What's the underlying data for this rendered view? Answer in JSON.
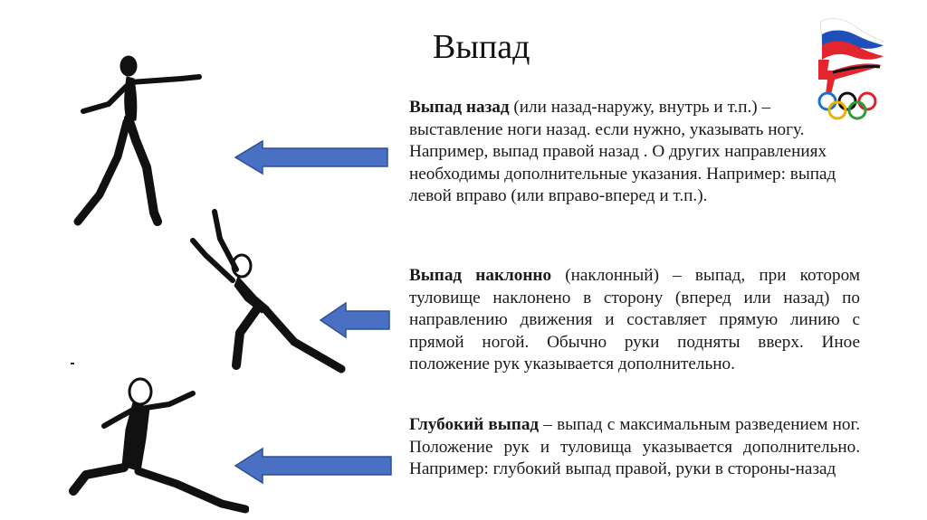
{
  "title": "Выпад",
  "paragraphs": [
    {
      "term": "Выпад назад",
      "text": " (или назад-наружу, внутрь и т.п.) – выставление ноги назад. если нужно, указывать ногу. Например, выпад правой назад . О других направлениях необходимы дополнительные указания. Например: выпад левой вправо (или вправо-вперед и т.п.)."
    },
    {
      "term": "Выпад наклонно",
      "text": " (наклонный) – выпад, при котором туловище наклонено в сторону (вперед или назад) по направлению движения и составляет прямую линию с прямой ногой. Обычно руки подняты вверх. Иное положение рук указывается дополнительно."
    },
    {
      "term": "Глубокий выпад",
      "text": " – выпад с максимальным разведением ног. Положение рук и туловища указывается дополнительно. Например: глубокий выпад правой, руки в стороны-назад"
    }
  ],
  "colors": {
    "arrow": "#4a70c4",
    "arrow_stroke": "#2f4f95",
    "figure": "#111111",
    "rings": [
      "#1e6fd0",
      "#e8b400",
      "#111111",
      "#2e9e3a",
      "#e0202a"
    ],
    "flag": [
      "#ffffff",
      "#1f4fb8",
      "#e3262e"
    ]
  },
  "icons": [
    "arrow-left-icon",
    "gymnast-figure",
    "olympic-logo"
  ]
}
